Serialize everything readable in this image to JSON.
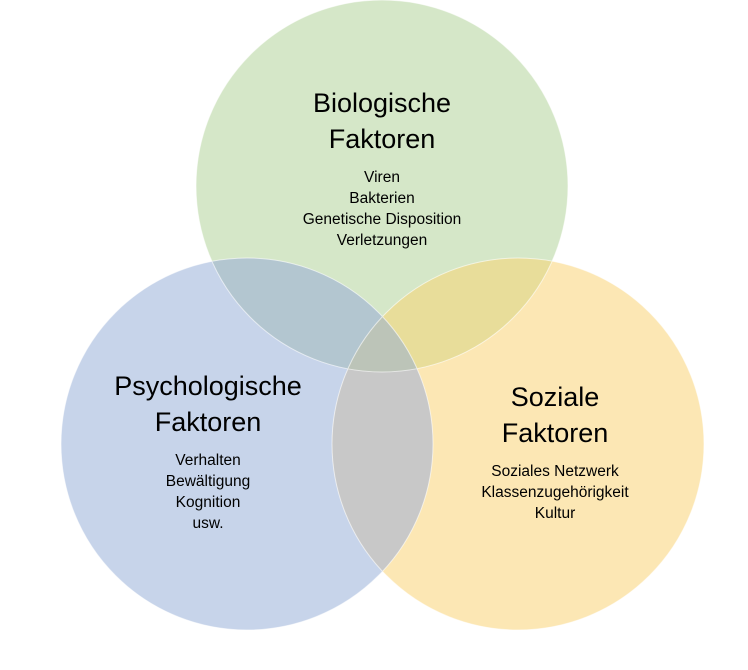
{
  "colors": {
    "biological": "#d5e7c8",
    "psychological": "#c7d4ea",
    "social": "#fce7b4",
    "bio_psych": "#b3c6d0",
    "bio_social": "#e8dd9a",
    "psych_social": "#c8c8c8",
    "all": "#bcc4b8"
  },
  "circles": [
    {
      "id": "biological",
      "title_lines": [
        "Biologische",
        "Faktoren"
      ],
      "items": [
        "Viren",
        "Bakterien",
        "Genetische Disposition",
        "Verletzungen"
      ]
    },
    {
      "id": "psychological",
      "title_lines": [
        "Psychologische",
        "Faktoren"
      ],
      "items": [
        "Verhalten",
        "Bewältigung",
        "Kognition",
        "usw."
      ]
    },
    {
      "id": "social",
      "title_lines": [
        "Soziale",
        "Faktoren"
      ],
      "items": [
        "Soziales Netzwerk",
        "Klassenzugehörigkeit",
        "Kultur"
      ]
    }
  ]
}
